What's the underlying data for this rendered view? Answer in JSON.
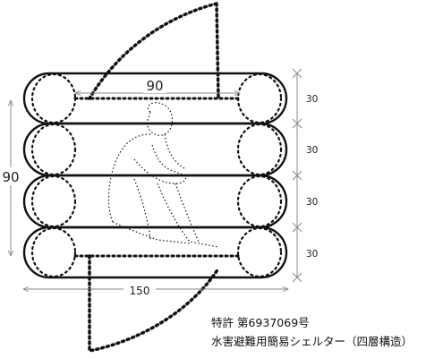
{
  "dimensions": {
    "inner_width": "90",
    "total_height": "90",
    "total_width": "150",
    "layer_heights": [
      "30",
      "30",
      "30",
      "30"
    ]
  },
  "caption": {
    "patent": "特許 第6937069号",
    "product": "水害避難用簡易シェルター（四層構造）"
  },
  "colors": {
    "line": "#111111",
    "dimension": "#888888",
    "text": "#222222"
  }
}
